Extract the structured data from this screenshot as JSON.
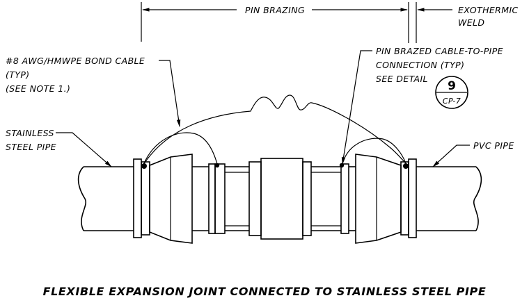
{
  "dimensions": {
    "pin_brazing": "PIN BRAZING",
    "exothermic_line1": "EXOTHERMIC",
    "exothermic_line2": "WELD"
  },
  "labels": {
    "bond_cable_line1": "#8 AWG/HMWPE BOND CABLE",
    "bond_cable_line2": "(TYP)",
    "bond_cable_line3": "(SEE NOTE 1.)",
    "pin_brazed_line1": "PIN BRAZED CABLE-TO-PIPE",
    "pin_brazed_line2": "CONNECTION (TYP)",
    "pin_brazed_line3": "SEE DETAIL",
    "stainless_line1": "STAINLESS",
    "stainless_line2": "STEEL PIPE",
    "pvc_pipe": "PVC PIPE"
  },
  "detail_callout": {
    "number": "9",
    "sheet": "CP-7"
  },
  "title": "FLEXIBLE EXPANSION JOINT CONNECTED TO STAINLESS STEEL PIPE"
}
